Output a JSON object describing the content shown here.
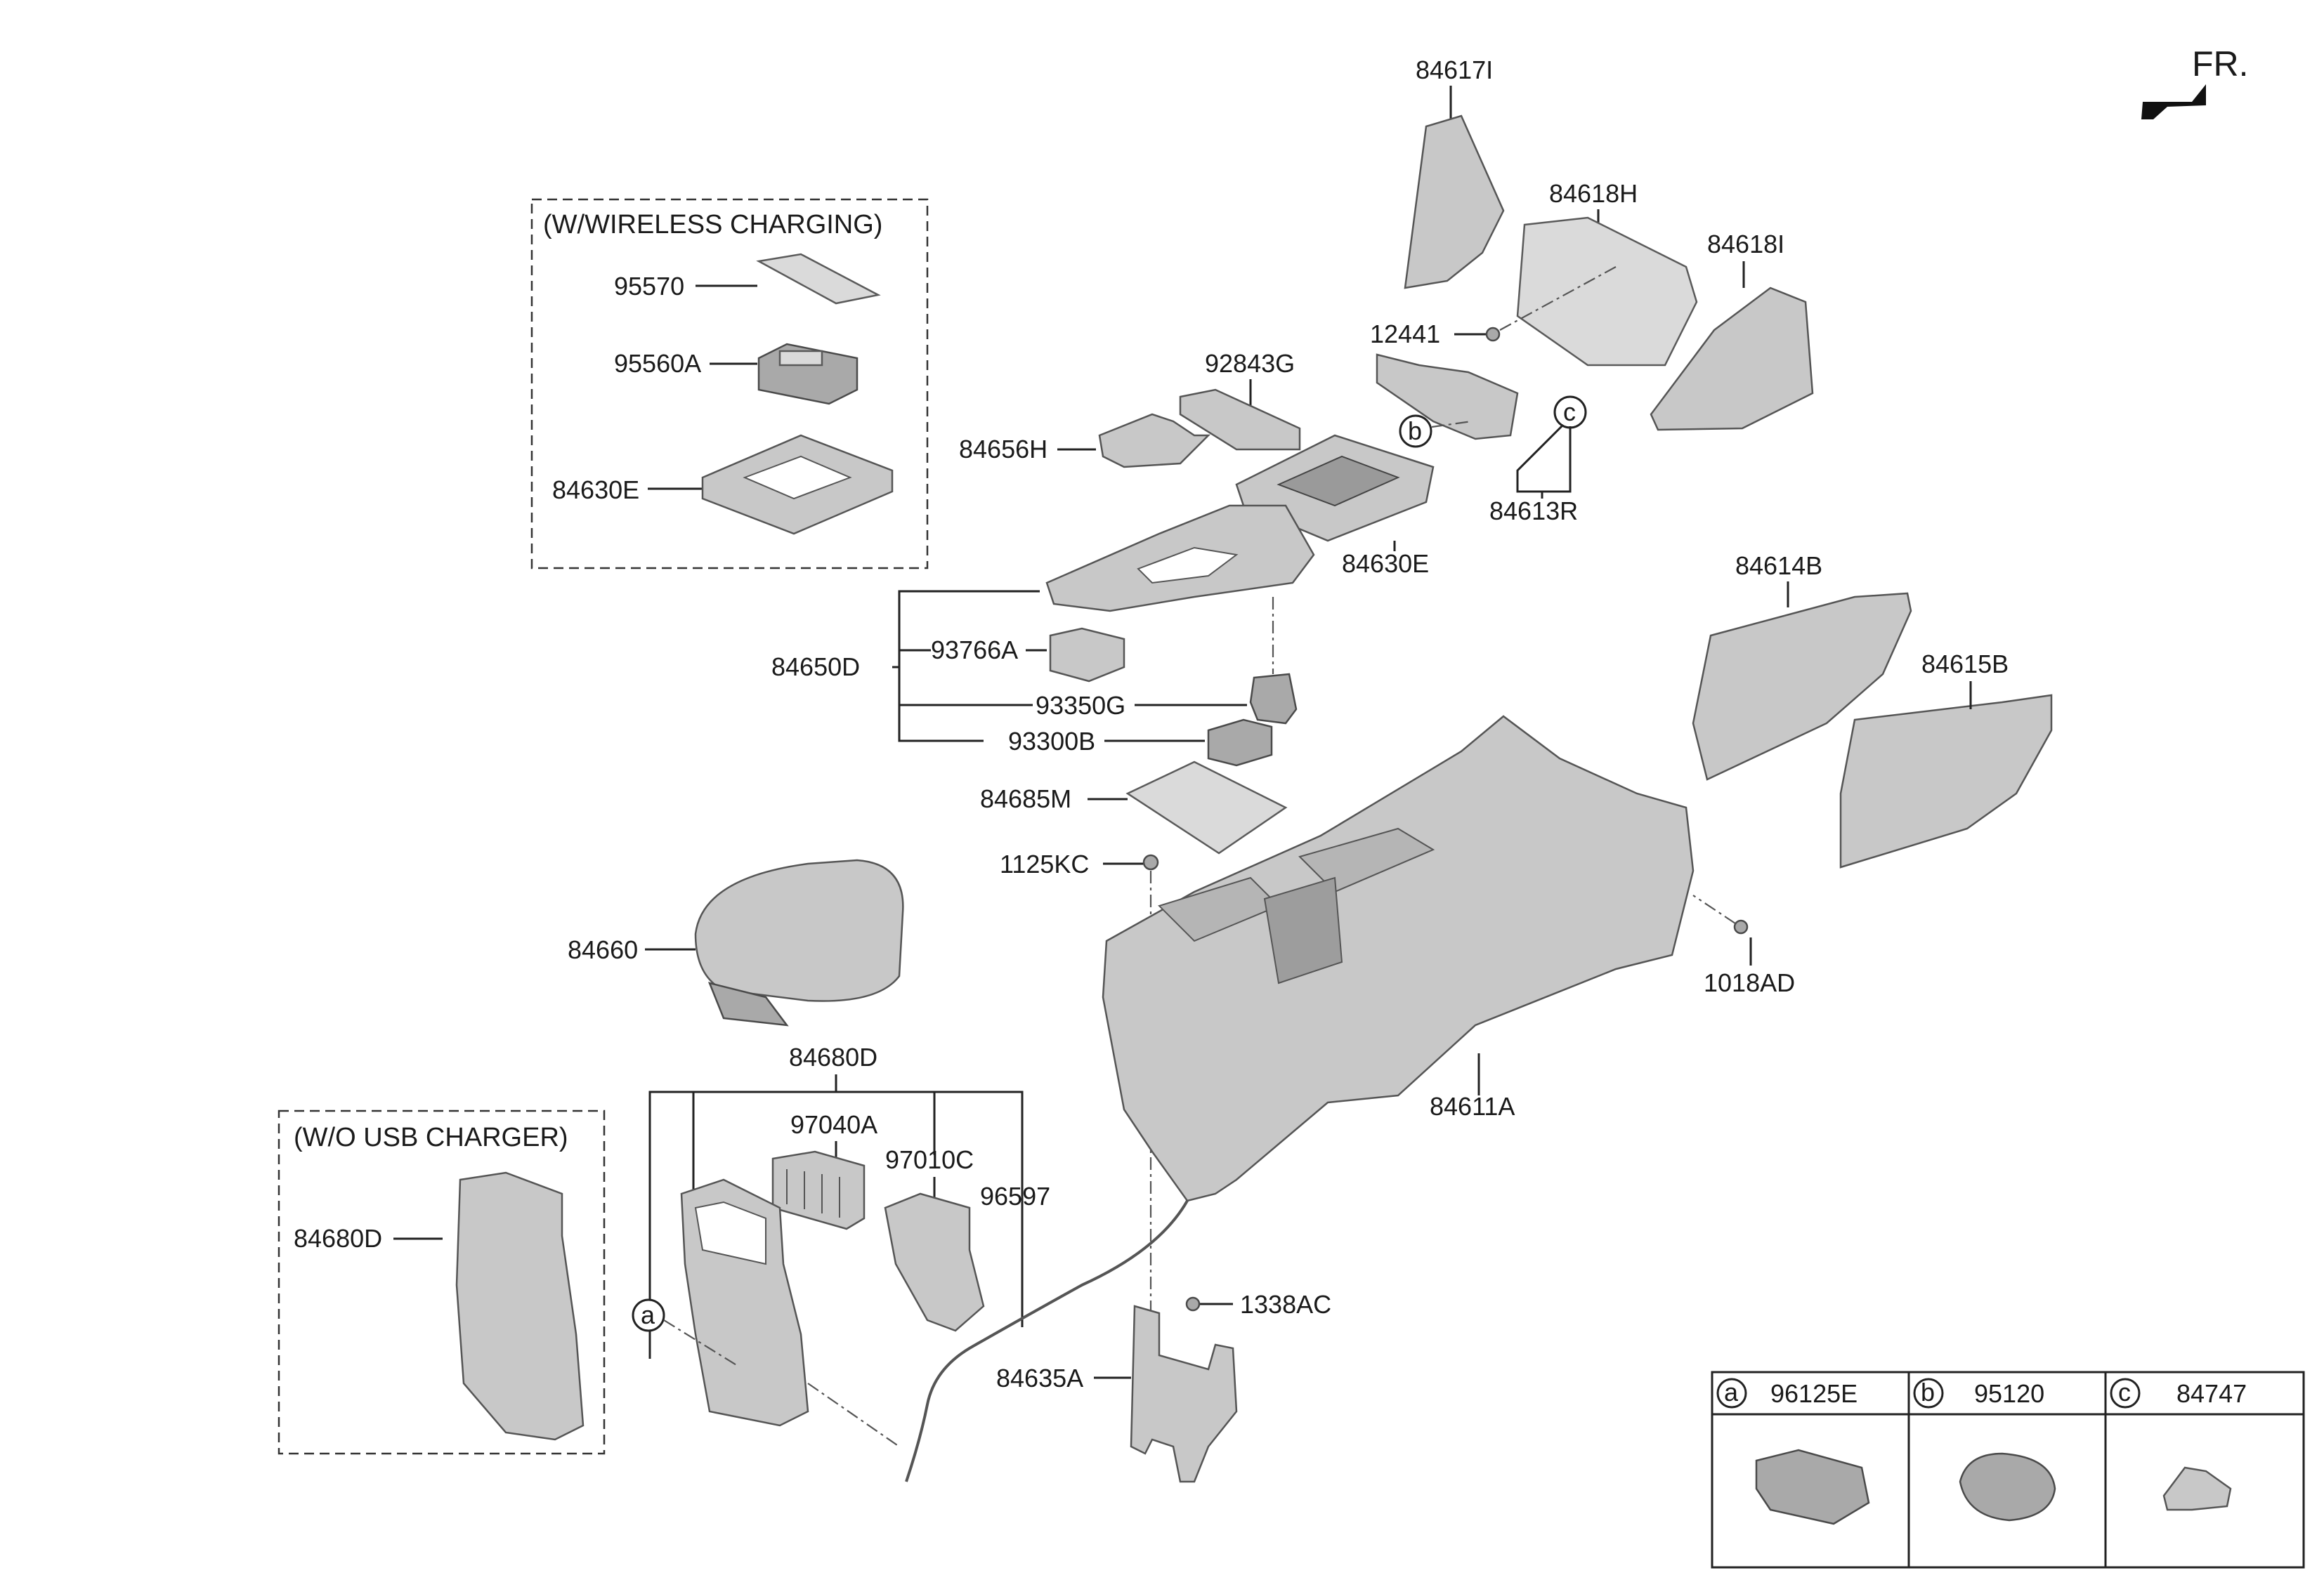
{
  "orientation_label": "FR.",
  "boxes": {
    "wireless": {
      "title": "(W/WIRELESS CHARGING)",
      "labels": [
        "95570",
        "95560A",
        "84630E"
      ]
    },
    "usb": {
      "title": "(W/O USB CHARGER)",
      "labels": [
        "84680D"
      ]
    }
  },
  "labels": {
    "p84617I": "84617I",
    "p84618H": "84618H",
    "p84618I": "84618I",
    "p12441": "12441",
    "p92843G": "92843G",
    "p84656H": "84656H",
    "p84613R": "84613R",
    "p84630E": "84630E",
    "p84650D": "84650D",
    "p93766A": "93766A",
    "p93350G": "93350G",
    "p93300B": "93300B",
    "p84685M": "84685M",
    "p1125KC": "1125KC",
    "p84614B": "84614B",
    "p84615B": "84615B",
    "p1018AD": "1018AD",
    "p84660": "84660",
    "p84611A": "84611A",
    "p84680D": "84680D",
    "p97040A": "97040A",
    "p97010C": "97010C",
    "p96597": "96597",
    "p1338AC": "1338AC",
    "p84635A": "84635A"
  },
  "callouts": {
    "a": "a",
    "b": "b",
    "c": "c"
  },
  "legend": [
    {
      "letter": "a",
      "part": "96125E"
    },
    {
      "letter": "b",
      "part": "95120"
    },
    {
      "letter": "c",
      "part": "84747"
    }
  ]
}
